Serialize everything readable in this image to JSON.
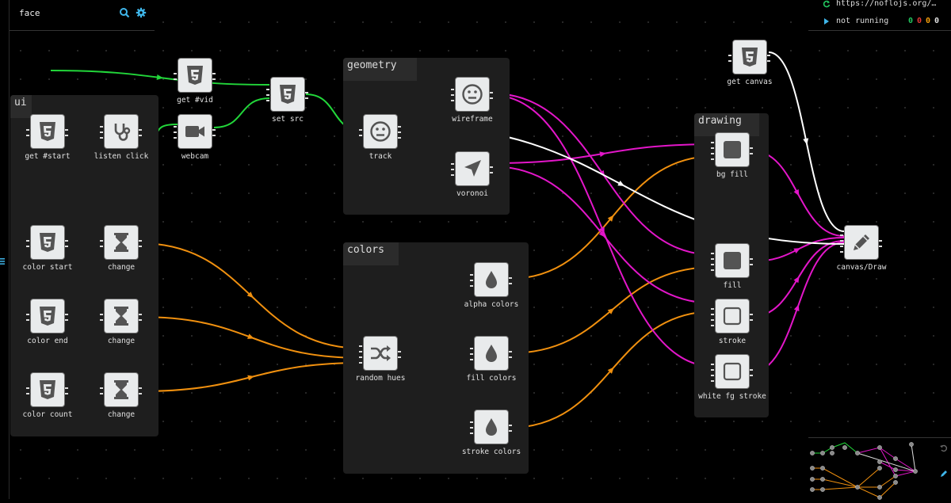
{
  "app": {
    "title": "face",
    "url": "https://noflojs.org/…",
    "status": "not running",
    "counts": [
      "0",
      "0",
      "0",
      "0"
    ],
    "count_colors": [
      "#22c55e",
      "#e53935",
      "#f59e0b",
      "#e0e0e0"
    ]
  },
  "colors": {
    "green": "#22d63a",
    "orange": "#f0900f",
    "magenta": "#e316c9",
    "white": "#ffffff",
    "accent": "#3fb6ea"
  },
  "groups": {
    "ui": "ui",
    "geometry": "geometry",
    "colors": "colors",
    "drawing": "drawing"
  },
  "nodes": {
    "get_start": {
      "label": "get #start",
      "icon": "html5-icon"
    },
    "listen_click": {
      "label": "listen click",
      "icon": "stethoscope-icon"
    },
    "get_vid": {
      "label": "get #vid",
      "icon": "html5-icon"
    },
    "webcam": {
      "label": "webcam",
      "icon": "video-camera-icon"
    },
    "set_src": {
      "label": "set src",
      "icon": "html5-icon"
    },
    "track": {
      "label": "track",
      "icon": "neutral-face-icon"
    },
    "wireframe": {
      "label": "wireframe",
      "icon": "neutral-face-icon"
    },
    "voronoi": {
      "label": "voronoi",
      "icon": "location-arrow-icon"
    },
    "color_start": {
      "label": "color start",
      "icon": "html5-icon"
    },
    "change_1": {
      "label": "change",
      "icon": "hourglass-icon"
    },
    "color_end": {
      "label": "color end",
      "icon": "html5-icon"
    },
    "change_2": {
      "label": "change",
      "icon": "hourglass-icon"
    },
    "color_count": {
      "label": "color count",
      "icon": "html5-icon"
    },
    "change_3": {
      "label": "change",
      "icon": "hourglass-icon"
    },
    "random_hues": {
      "label": "random hues",
      "icon": "shuffle-icon"
    },
    "alpha_colors": {
      "label": "alpha colors",
      "icon": "drop-icon"
    },
    "fill_colors": {
      "label": "fill colors",
      "icon": "drop-icon"
    },
    "stroke_colors": {
      "label": "stroke colors",
      "icon": "drop-icon"
    },
    "get_canvas": {
      "label": "get canvas",
      "icon": "html5-icon"
    },
    "bg_fill": {
      "label": "bg fill",
      "icon": "filled-square-icon"
    },
    "fill": {
      "label": "fill",
      "icon": "filled-square-icon"
    },
    "stroke": {
      "label": "stroke",
      "icon": "outline-square-icon"
    },
    "white_fg_stroke": {
      "label": "white fg stroke",
      "icon": "outline-square-icon"
    },
    "canvas_draw": {
      "label": "canvas/Draw",
      "icon": "pencil-icon"
    }
  }
}
